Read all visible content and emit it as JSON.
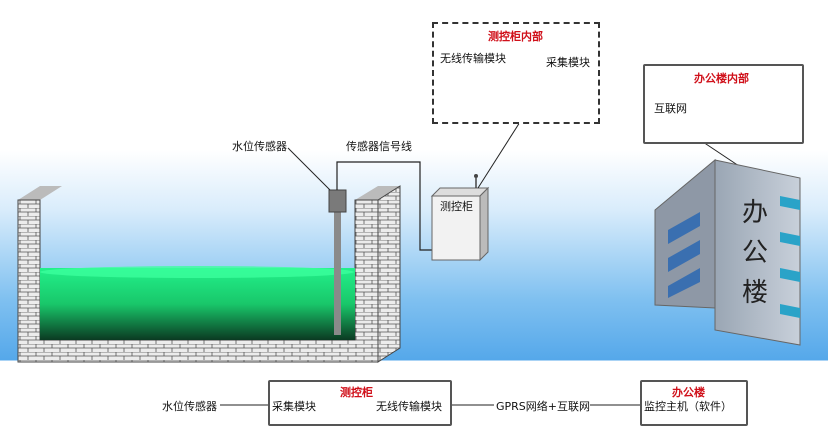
{
  "scene": {
    "water_sensor_label": "水位传感器",
    "sensor_cable_label": "传感器信号线",
    "cabinet_label": "测控柜",
    "cabinet_inside_title": "测控柜内部",
    "wireless_module_label": "无线传输模块",
    "acquisition_module_label": "采集模块",
    "office_inside_title": "办公楼内部",
    "internet_label": "互联网",
    "building_text": [
      "办",
      "公",
      "楼"
    ]
  },
  "flow": {
    "sensor": "水位传感器",
    "cabinet_title": "测控柜",
    "acquisition": "采集模块",
    "wireless": "无线传输模块",
    "network": "GPRS网络+互联网",
    "office_title": "办公楼",
    "monitor": "监控主机（软件）"
  },
  "colors": {
    "water": "#19e07a",
    "brick": "#e6e6e6",
    "accent_red": "#d0101a",
    "sky_blue": "#55a8ea"
  }
}
